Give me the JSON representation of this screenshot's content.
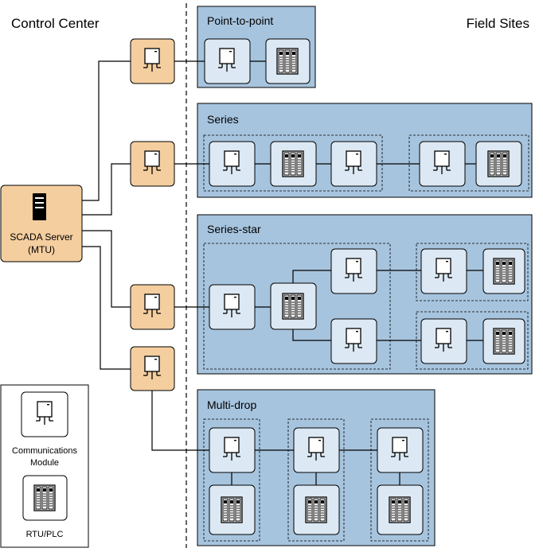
{
  "header": {
    "control_center": "Control Center",
    "field_sites": "Field Sites"
  },
  "server": {
    "label_line1": "SCADA Server",
    "label_line2": "(MTU)"
  },
  "sections": {
    "point_to_point": "Point-to-point",
    "series": "Series",
    "series_star": "Series-star",
    "multi_drop": "Multi-drop"
  },
  "legend": {
    "comm_line1": "Communications",
    "comm_line2": "Module",
    "rtu": "RTU/PLC"
  },
  "colors": {
    "section_fill": "#a7c4de",
    "device_fill": "#dce8f3",
    "control_fill": "#f4ce9f"
  }
}
